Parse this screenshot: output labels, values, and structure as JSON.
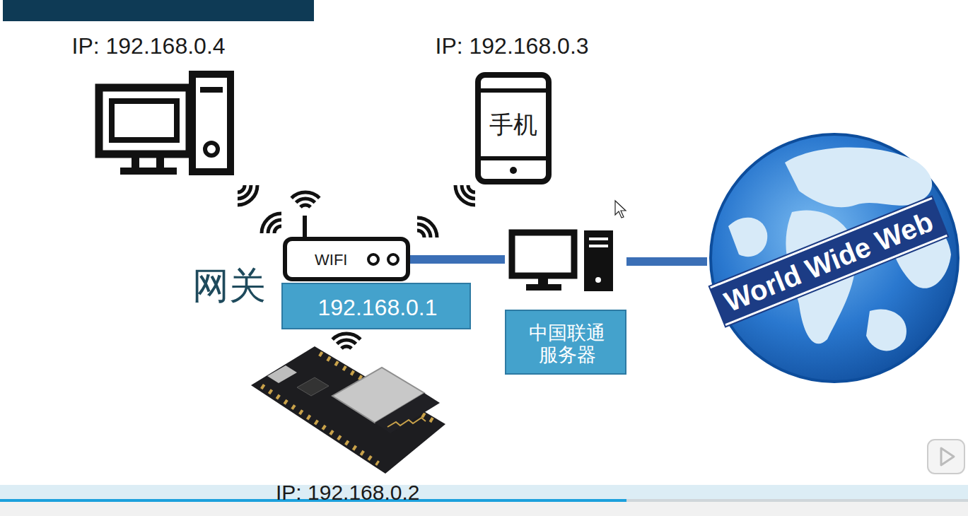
{
  "diagram": {
    "nodes": [
      {
        "text": [
          "IP: 192.168.0.4"
        ]
      },
      {
        "text": [
          "IP: 192.168.0.3",
          "手机"
        ]
      },
      {
        "text": [
          "WIFI"
        ]
      },
      {
        "text": [
          "192.168.0.1"
        ]
      },
      {
        "text": [
          "中国联通 服务器"
        ]
      },
      {
        "text": [
          "World Wide Web"
        ]
      },
      {
        "text": [
          "IP: 192.168.0.2"
        ]
      }
    ],
    "edges": [
      {
        "from": 2,
        "to": 4,
        "arrow": "none"
      },
      {
        "from": 4,
        "to": 5,
        "arrow": "none"
      }
    ],
    "labels": [
      "网关"
    ]
  }
}
